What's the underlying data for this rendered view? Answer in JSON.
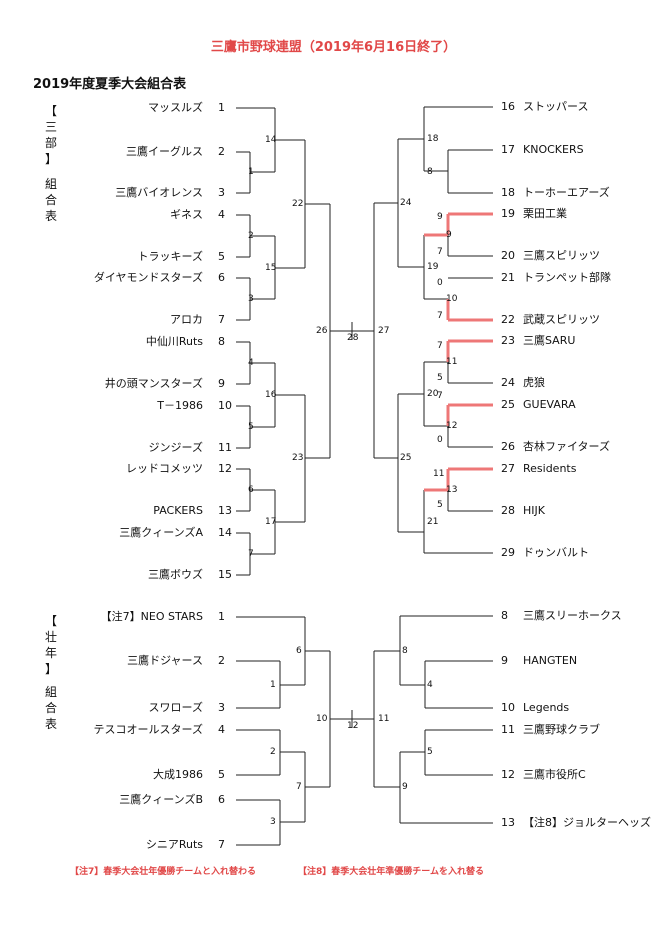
{
  "title": "三鷹市野球連盟（2019年6月16日終了）",
  "subtitle": "2019年度夏季大会組合表",
  "div_a": {
    "label_top": [
      "【",
      "三",
      "部",
      "】"
    ],
    "label_bottom": [
      "組",
      "合",
      "表"
    ],
    "left_teams": [
      {
        "name": "マッスルズ",
        "num": "1"
      },
      {
        "name": "三鷹イーグルス",
        "num": "2"
      },
      {
        "name": "三鷹バイオレンス",
        "num": "3"
      },
      {
        "name": "ギネス",
        "num": "4"
      },
      {
        "name": "トラッキーズ",
        "num": "5"
      },
      {
        "name": "ダイヤモンドスターズ",
        "num": "6"
      },
      {
        "name": "アロカ",
        "num": "7"
      },
      {
        "name": "中仙川Ruts",
        "num": "8"
      },
      {
        "name": "井の頭マンスターズ",
        "num": "9"
      },
      {
        "name": "T－1986",
        "num": "10"
      },
      {
        "name": "ジンジーズ",
        "num": "11"
      },
      {
        "name": "レッドコメッツ",
        "num": "12"
      },
      {
        "name": "PACKERS",
        "num": "13"
      },
      {
        "name": "三鷹クィーンズA",
        "num": "14"
      },
      {
        "name": "三鷹ボウズ",
        "num": "15"
      }
    ],
    "right_teams": [
      {
        "num": "16",
        "name": "ストッパース"
      },
      {
        "num": "17",
        "name": "KNOCKERS"
      },
      {
        "num": "18",
        "name": "トーホーエアーズ"
      },
      {
        "num": "19",
        "name": "栗田工業"
      },
      {
        "num": "20",
        "name": "三鷹スピリッツ"
      },
      {
        "num": "21",
        "name": "トランペット部隊"
      },
      {
        "num": "22",
        "name": "武蔵スピリッツ"
      },
      {
        "num": "23",
        "name": "三鷹SARU"
      },
      {
        "num": "24",
        "name": "虎狼"
      },
      {
        "num": "25",
        "name": "GUEVARA"
      },
      {
        "num": "26",
        "name": "杏林ファイターズ"
      },
      {
        "num": "27",
        "name": "Residents"
      },
      {
        "num": "28",
        "name": "HIJK"
      },
      {
        "num": "29",
        "name": "ドゥンバルト"
      }
    ],
    "game_numbers": [
      "1",
      "2",
      "3",
      "4",
      "5",
      "6",
      "7",
      "8",
      "9",
      "10",
      "11",
      "12",
      "13",
      "14",
      "15",
      "16",
      "17",
      "18",
      "19",
      "20",
      "21",
      "22",
      "23",
      "24",
      "25",
      "26",
      "27",
      "28"
    ],
    "scores": [
      "9",
      "7",
      "0",
      "7",
      "7",
      "5",
      "7",
      "0",
      "11",
      "5"
    ]
  },
  "div_b": {
    "label_top": [
      "【",
      "壮",
      "年",
      "】"
    ],
    "label_bottom": [
      "組",
      "合",
      "表"
    ],
    "left_teams": [
      {
        "name": "【注7】NEO STARS",
        "num": "1"
      },
      {
        "name": "三鷹ドジャース",
        "num": "2"
      },
      {
        "name": "スワローズ",
        "num": "3"
      },
      {
        "name": "テスコオールスターズ",
        "num": "4"
      },
      {
        "name": "大成1986",
        "num": "5"
      },
      {
        "name": "三鷹クィーンズB",
        "num": "6"
      },
      {
        "name": "シニアRuts",
        "num": "7"
      }
    ],
    "right_teams": [
      {
        "num": "8",
        "name": "三鷹スリーホークス"
      },
      {
        "num": "9",
        "name": "HANGTEN"
      },
      {
        "num": "10",
        "name": "Legends"
      },
      {
        "num": "11",
        "name": "三鷹野球クラブ"
      },
      {
        "num": "12",
        "name": "三鷹市役所C"
      },
      {
        "num": "13",
        "name": "【注8】ジョルターヘッズ"
      }
    ],
    "game_numbers": [
      "1",
      "2",
      "3",
      "4",
      "5",
      "6",
      "7",
      "8",
      "9",
      "10",
      "11",
      "12"
    ]
  },
  "notes": [
    "【注7】春季大会壮年優勝チームと入れ替わる",
    "【注8】春季大会壮年準優勝チームを入れ替る"
  ],
  "colors": {
    "accent": "#e14848",
    "line": "#222222",
    "winner_line": "#ee7777"
  }
}
